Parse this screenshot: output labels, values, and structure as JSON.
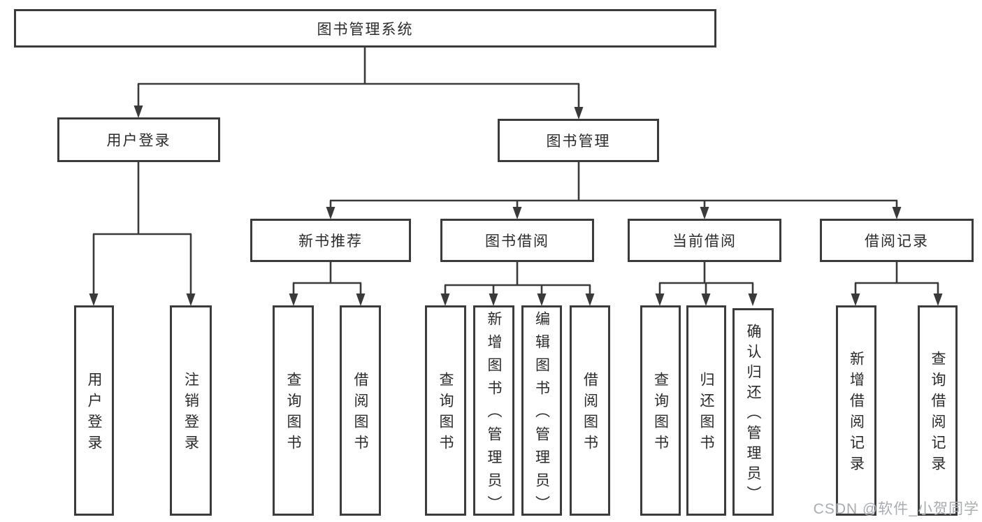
{
  "diagram": {
    "root": "图书管理系统",
    "branches": [
      {
        "label": "用户登录",
        "leaves": [
          "用户登录",
          "注销登录"
        ]
      },
      {
        "label": "图书管理",
        "groups": [
          {
            "label": "新书推荐",
            "leaves": [
              "查询图书",
              "借阅图书"
            ]
          },
          {
            "label": "图书借阅",
            "leaves": [
              "查询图书",
              "新增图书（管理员）",
              "编辑图书（管理员）",
              "借阅图书"
            ]
          },
          {
            "label": "当前借阅",
            "leaves": [
              "查询图书",
              "归还图书",
              "确认归还（管理员）"
            ]
          },
          {
            "label": "借阅记录",
            "leaves": [
              "新增借阅记录",
              "查询借阅记录"
            ]
          }
        ]
      }
    ]
  },
  "watermark": "CSDN @软件_小贺同学",
  "colors": {
    "line": "#3a3a3a",
    "border": "#3b3b3b",
    "text": "#2b2b2b",
    "watermark": "#a8adb2",
    "background": "#ffffff"
  }
}
